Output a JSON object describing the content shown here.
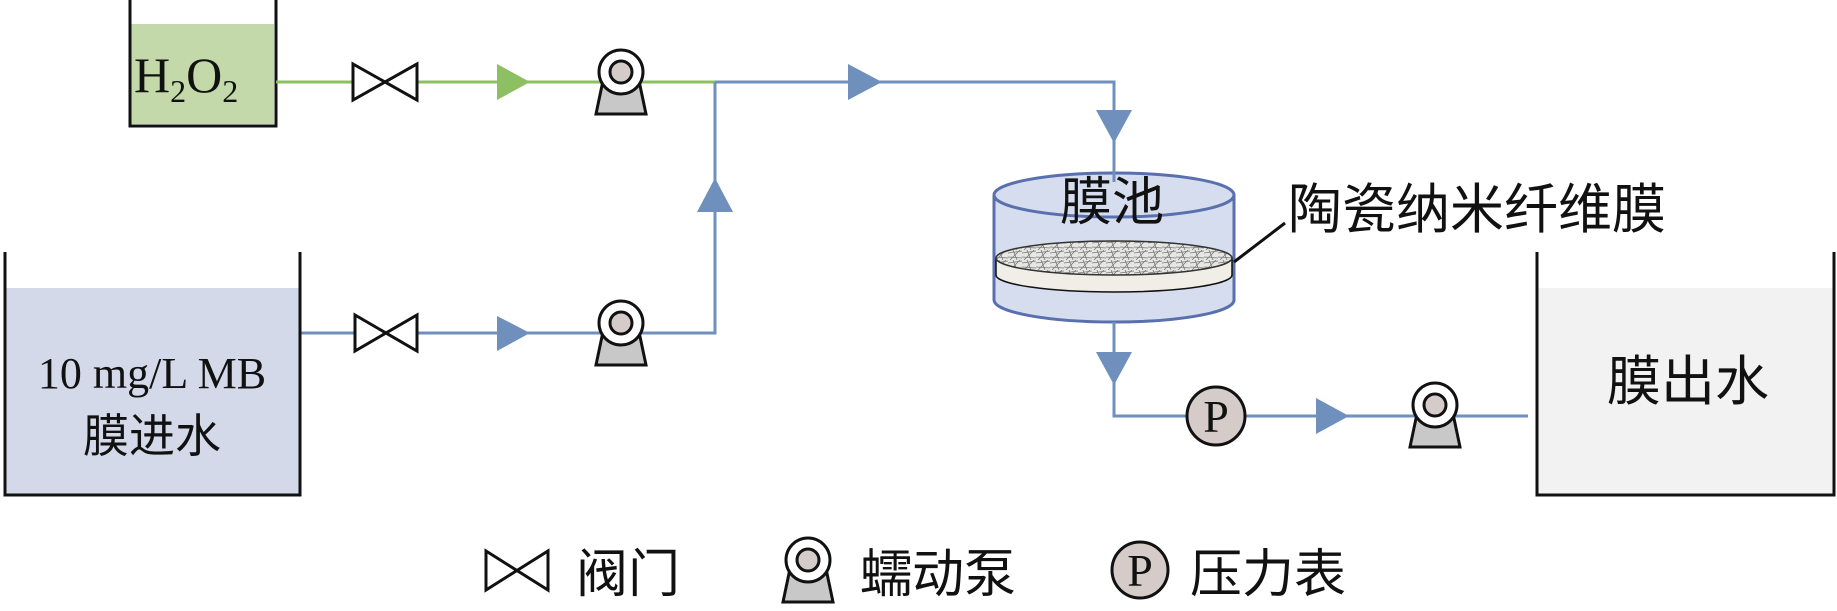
{
  "title": "膜过滤实验装置示意图",
  "colors": {
    "h2o2_line": "#8cc063",
    "main_line": "#6f8fbd",
    "h2o2_fill": "#c3d9a9",
    "feed_fill": "#d3d9e8",
    "effluent_fill": "#f2f2f2",
    "tank_fill": "#d5ddee",
    "tank_stroke": "#5a6fae",
    "pump_base": "#c8c8c8",
    "pump_core": "#d5ccc9",
    "gauge_fill": "#d5ccc9"
  },
  "tanks": {
    "h2o2": {
      "label_main": "H",
      "sub1": "2",
      "label_mid": "O",
      "sub2": "2"
    },
    "feed": {
      "line1": "10 mg/L MB",
      "line2": "膜进水"
    },
    "membrane_tank": {
      "label": "膜池"
    },
    "effluent": {
      "label": "膜出水"
    }
  },
  "membrane_label": "陶瓷纳米纤维膜",
  "gauge_symbol": "P",
  "legend": [
    {
      "icon": "valve-icon",
      "label": "阀门"
    },
    {
      "icon": "pump-icon",
      "label": "蠕动泵"
    },
    {
      "icon": "pressure-gauge-icon",
      "label": "压力表"
    }
  ]
}
